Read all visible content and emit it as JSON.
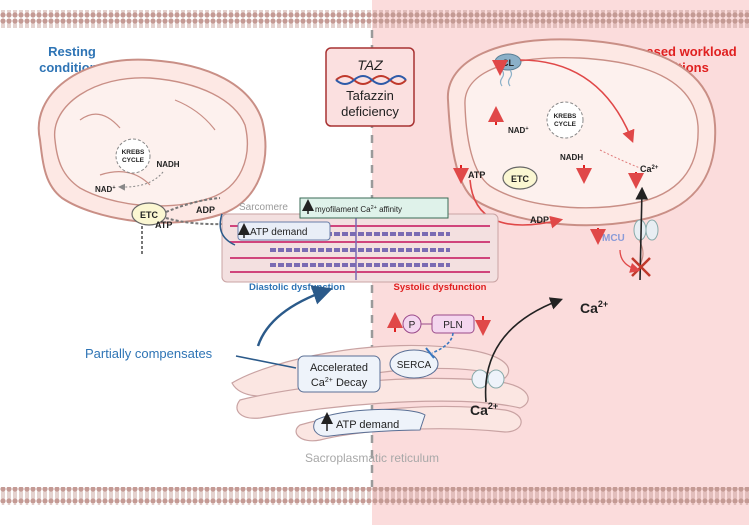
{
  "left_panel": {
    "title_line1": "Resting",
    "title_line2": "conditions",
    "title_color": "#2e74b5"
  },
  "right_panel": {
    "title_line1": "Increased workload",
    "title_line2": "conditions",
    "title_color": "#e02020",
    "background": "#fbdcdc"
  },
  "center": {
    "gene": "TAZ",
    "title_line1": "Tafazzin",
    "title_line2": "deficiency"
  },
  "mito_left": {
    "krebs_line1": "KREBS",
    "krebs_line2": "CYCLE",
    "nadh": "NADH",
    "nad": "NAD",
    "nad_sup": "+",
    "etc": "ETC",
    "adp": "ADP",
    "atp": "ATP"
  },
  "mito_right": {
    "krebs_line1": "KREBS",
    "krebs_line2": "CYCLE",
    "nadh": "NADH",
    "nad": "NAD",
    "nad_sup": "+",
    "etc": "ETC",
    "adp": "ADP",
    "atp": "ATP",
    "cl": "CL",
    "ca": "Ca",
    "ca_sup": "2+",
    "mcu": "MCU"
  },
  "sarcomere": {
    "label": "Sarcomere",
    "affinity_text": "myofilament Ca",
    "affinity_sup": "2+",
    "affinity_suffix": " affinity",
    "atp_demand": "ATP demand",
    "diastolic": "Diastolic dysfunction",
    "systolic": "Systolic dysfunction"
  },
  "sr": {
    "partially": "Partially compensates",
    "decay_line1": "Accelerated",
    "decay_prefix": "Ca",
    "decay_sup": "2+",
    "decay_suffix": " Decay",
    "serca": "SERCA",
    "p": "P",
    "pln": "PLN",
    "atp_demand": "ATP demand",
    "label": "Sacroplasmatic reticulum",
    "ca_top": "Ca",
    "ca_top_sup": "2+",
    "ca_bottom": "Ca",
    "ca_bottom_sup": "2+"
  },
  "colors": {
    "membrane": "#c49a94",
    "mito_fill": "#fde8e4",
    "mito_stroke": "#c98f86",
    "sr_fill": "#fbe6e2",
    "blue": "#2e74b5",
    "red": "#e02020",
    "divider": "#9a9a9a"
  }
}
